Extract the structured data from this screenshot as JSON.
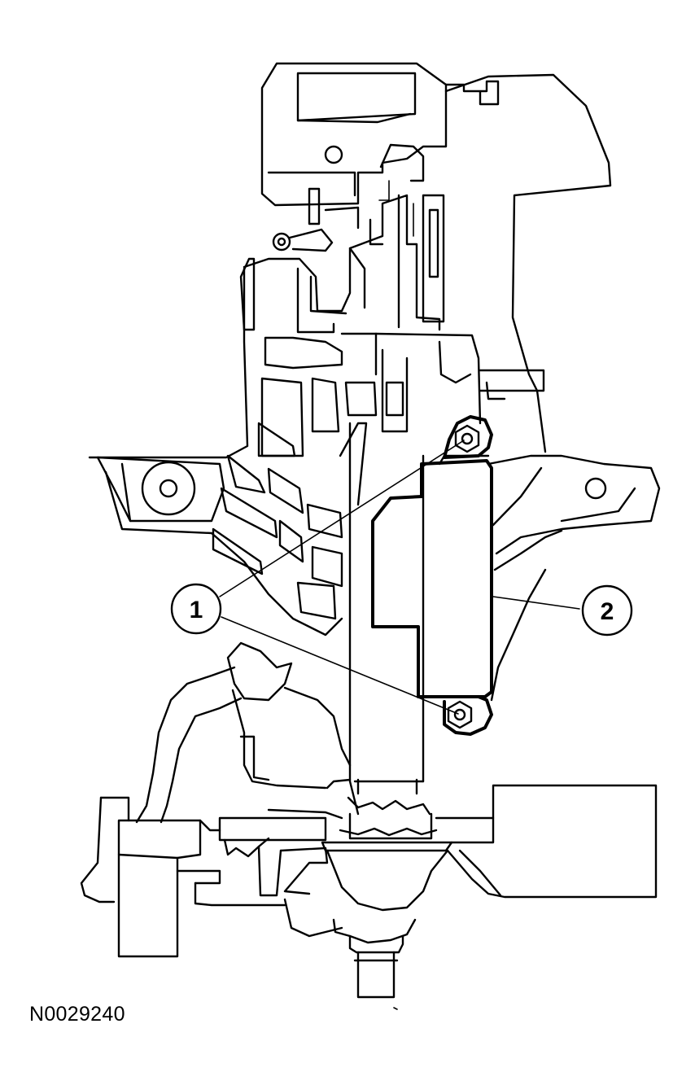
{
  "figure_id": "N0029240",
  "callouts": [
    {
      "label": "1",
      "target": "mounting-nuts"
    },
    {
      "label": "2",
      "target": "module"
    }
  ],
  "colors": {
    "ink": "#000000",
    "background": "#ffffff"
  }
}
